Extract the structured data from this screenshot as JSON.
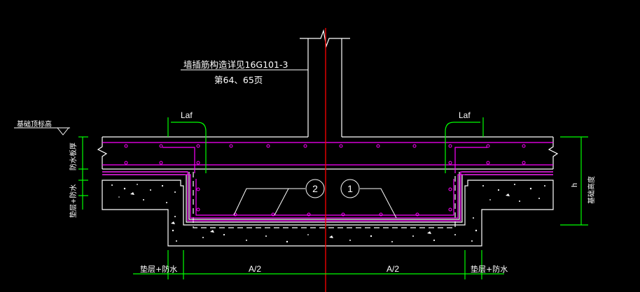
{
  "drawing": {
    "note_line1": "墙插筋构造详见16G101-3",
    "note_line2": "第64、65页",
    "foundation_top_label": "基础顶标高",
    "waterproof_slab_label": "防水板厚",
    "cushion_label_left": "垫层+防水",
    "foundation_height_label": "基础高度",
    "height_symbol": "h",
    "laf_left": "Laf",
    "laf_right": "Laf",
    "callout_1": "1",
    "callout_2": "2",
    "dim_half_left": "A/2",
    "dim_half_right": "A/2",
    "dim_cushion_left": "垫层+防水",
    "dim_cushion_right": "垫层+防水"
  },
  "colors": {
    "background": "#000000",
    "concrete": "#ffffff",
    "rebar": "#ff00ff",
    "centerline": "#ff0000",
    "dimension": "#00ff00",
    "leader": "#ffffff"
  }
}
